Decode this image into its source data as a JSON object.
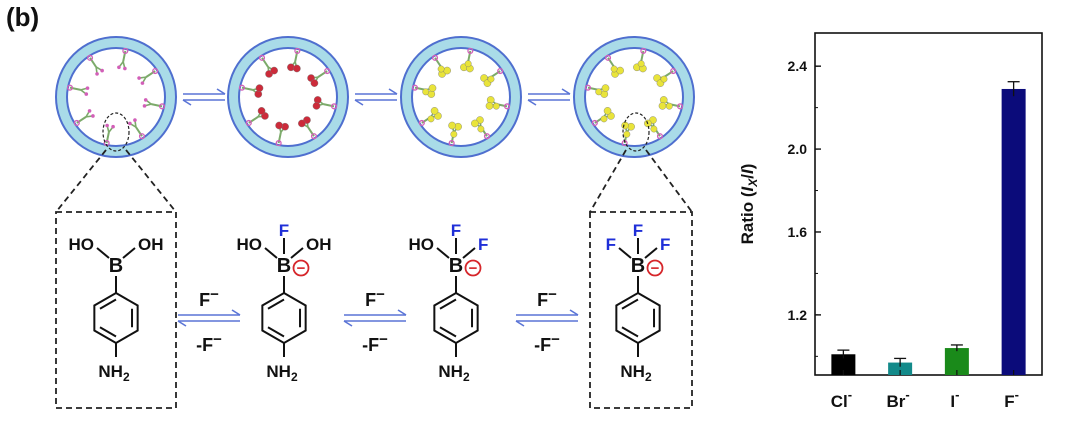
{
  "figure": {
    "panel_label": "(b)",
    "reaction_forward_label": "F",
    "reaction_reverse_label": "-F",
    "charge_superscript": "−",
    "nh2_label": "NH",
    "nh2_subscript": "2",
    "species": [
      {
        "left_sub": "HO",
        "right_sub": "OH",
        "top_sub": "",
        "charged": false
      },
      {
        "left_sub": "HO",
        "right_sub": "OH",
        "top_sub": "F",
        "charged": true
      },
      {
        "left_sub": "HO",
        "right_sub": "F",
        "top_sub": "F",
        "charged": true
      },
      {
        "left_sub": "F",
        "right_sub": "F",
        "top_sub": "F",
        "charged": true
      }
    ],
    "boron_label": "B",
    "minus_symbol": "−"
  },
  "colors": {
    "ring_outer": "#a9dbe8",
    "ring_border": "#4f6fcf",
    "arrow": "#5a74d6",
    "fluorine": "#1f2fd8",
    "charge": "#d6262b",
    "dot_red": "#cc2b3a",
    "dot_yellow": "#e9e43a",
    "linker_green": "#7caa6a",
    "linker_pink": "#d25fb8"
  },
  "chart_data": {
    "type": "bar",
    "categories": [
      "Cl",
      "Br",
      "I",
      "F"
    ],
    "category_superscript": "-",
    "values": [
      1.01,
      0.97,
      1.04,
      2.29
    ],
    "errors": [
      0.02,
      0.02,
      0.015,
      0.035
    ],
    "bar_colors": [
      "#000000",
      "#138a8a",
      "#1a8a1a",
      "#0b0b7a"
    ],
    "ylabel_prefix": "Ratio (",
    "ylabel_i1": "I",
    "ylabel_sub": "X",
    "ylabel_mid": "/",
    "ylabel_i2": "I",
    "ylabel_suffix": ")",
    "yticks": [
      1.2,
      1.6,
      2.0,
      2.4
    ],
    "ytick_labels": [
      "1.2",
      "1.6",
      "2.0",
      "2.4"
    ],
    "ylim": [
      0.91,
      2.56
    ]
  }
}
